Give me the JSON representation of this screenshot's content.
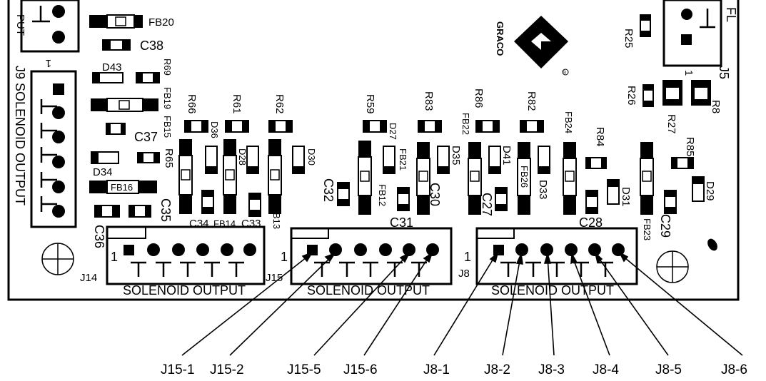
{
  "brand": {
    "name": "GRACO",
    "mark": "®"
  },
  "connectors": {
    "j14": {
      "ref": "J14",
      "pin1": "1",
      "label": "SOLENOID OUTPUT"
    },
    "j15": {
      "ref": "J15",
      "pin1": "1",
      "label": "SOLENOID OUTPUT"
    },
    "j8": {
      "ref": "J8",
      "pin1": "1",
      "label": "SOLENOID OUTPUT"
    },
    "j9": {
      "label": "J9 SOLENOID OUTPUT",
      "pin1": "1"
    },
    "j5": {
      "ref": "J5",
      "pin1": "1"
    },
    "j_top_left": {
      "label": "PUT"
    },
    "fl_partial": {
      "label": "FL"
    }
  },
  "refdes": {
    "fb20": "FB20",
    "c38": "C38",
    "r69": "R69",
    "d43": "D43",
    "fb19": "FB19",
    "fb15": "FB15",
    "c37": "C37",
    "r65": "R65",
    "d34": "D34",
    "fb16": "FB16",
    "c36": "C36",
    "c35": "C35",
    "r66": "R66",
    "d36": "D36",
    "r61": "R61",
    "r62": "R62",
    "d28": "D28",
    "d30": "D30",
    "c34": "C34",
    "fb14": "FB14",
    "c33": "C33",
    "fb13": "FB13",
    "r59": "R59",
    "d27": "D27",
    "r83": "R83",
    "r86": "R86",
    "fb22": "FB22",
    "r82": "R82",
    "fb24": "FB24",
    "fb21": "FB21",
    "d35": "D35",
    "d41": "D41",
    "fb26": "FB26",
    "d33": "D33",
    "c32": "C32",
    "fb12": "FB12",
    "c30": "C30",
    "c27": "C27",
    "c31": "C31",
    "r84": "R84",
    "d31": "D31",
    "r85": "R85",
    "d29": "D29",
    "c28": "C28",
    "c29": "C29",
    "fb23": "FB23",
    "r25": "R25",
    "r26": "R26",
    "r27": "R27",
    "r8": "R8"
  },
  "callouts": [
    {
      "id": "J15-1",
      "text": "J15-1"
    },
    {
      "id": "J15-2",
      "text": "J15-2"
    },
    {
      "id": "J15-5",
      "text": "J15-5"
    },
    {
      "id": "J15-6",
      "text": "J15-6"
    },
    {
      "id": "J8-1",
      "text": "J8-1"
    },
    {
      "id": "J8-2",
      "text": "J8-2"
    },
    {
      "id": "J8-3",
      "text": "J8-3"
    },
    {
      "id": "J8-4",
      "text": "J8-4"
    },
    {
      "id": "J8-5",
      "text": "J8-5"
    },
    {
      "id": "J8-6",
      "text": "J8-6"
    }
  ]
}
